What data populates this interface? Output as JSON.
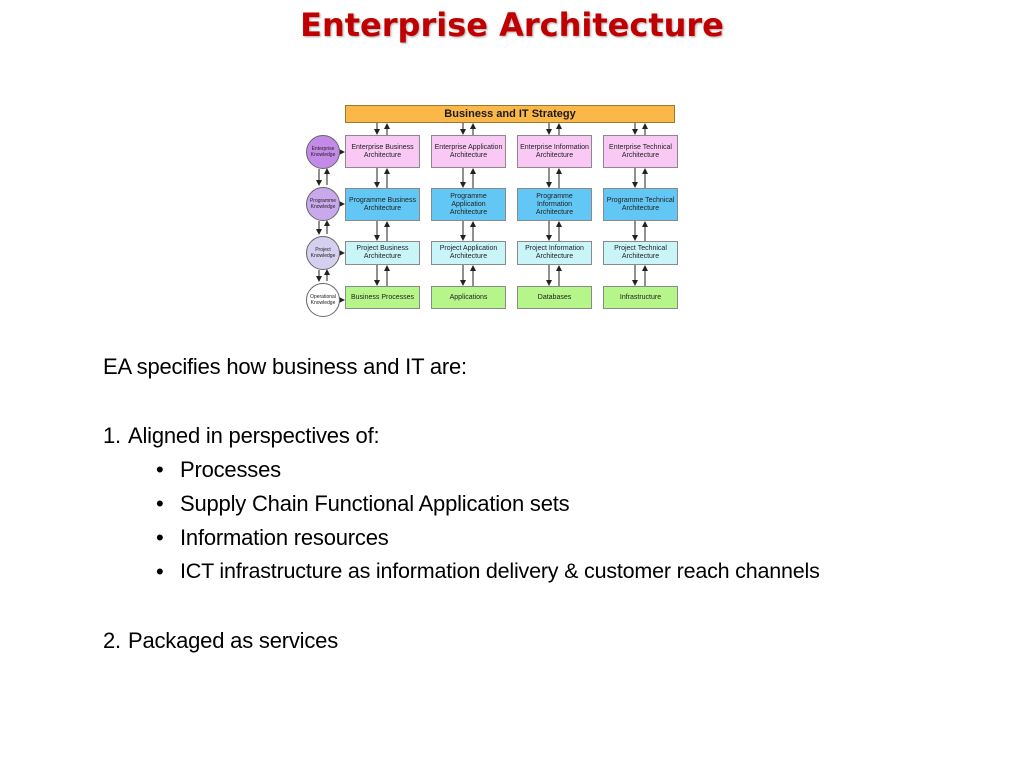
{
  "slide": {
    "title": "Enterprise Architecture"
  },
  "diagram": {
    "top_bar": "Business and IT Strategy",
    "knowledge": [
      "Enterprise Knowledge",
      "Programme Knowledge",
      "Project Knowledge",
      "Operational Knowledge"
    ],
    "row1": [
      "Enterprise Business Architecture",
      "Enterprise Application Architecture",
      "Enterprise Information Architecture",
      "Enterprise Technical Architecture"
    ],
    "row2": [
      "Programme Business Architecture",
      "Programme Application Architecture",
      "Programme Information Architecture",
      "Programme Technical Architecture"
    ],
    "row3": [
      "Project Business Architecture",
      "Project Application Architecture",
      "Project Information Architecture",
      "Project Technical Architecture"
    ],
    "row4": [
      "Business Processes",
      "Applications",
      "Databases",
      "Infrastructure"
    ],
    "colors": {
      "top_bar": "#fbb848",
      "row1": "#f9c8f4",
      "row2": "#62c7f4",
      "row3": "#c9f5f8",
      "row4": "#b5f58a"
    }
  },
  "content": {
    "intro": "EA specifies how business and IT are:",
    "item1_number": "1.",
    "item1_text": "Aligned in perspectives of:",
    "bullet_glyph": "•",
    "bullets": [
      "Processes",
      "Supply Chain Functional Application sets",
      "Information resources",
      "ICT infrastructure as information delivery & customer reach channels"
    ],
    "item2_number": "2.",
    "item2_text": "Packaged as services"
  },
  "theme": {
    "title_color": "#c00000"
  }
}
